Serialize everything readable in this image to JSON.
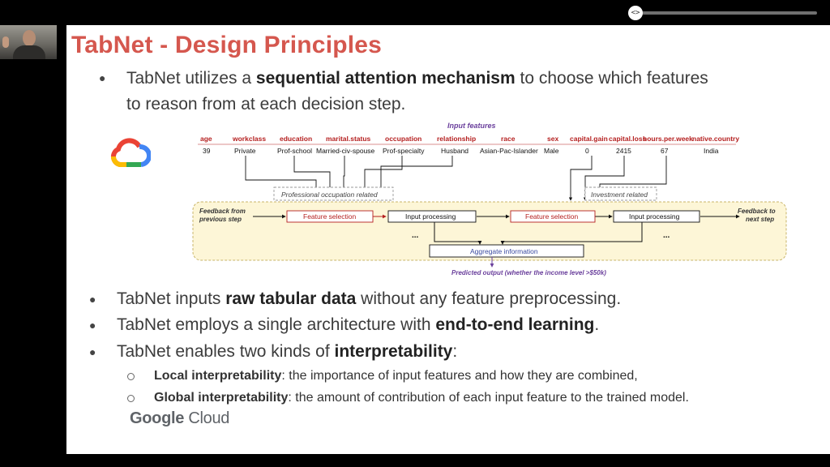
{
  "slide": {
    "title": "TabNet - Design Principles",
    "bullet1": {
      "pre": "TabNet utilizes a ",
      "bold": "sequential attention mechanism",
      "post": " to choose which features"
    },
    "bullet1_line2": "to reason from at each decision step.",
    "bullet2": {
      "pre": "TabNet inputs ",
      "bold": "raw tabular data",
      "post": " without any feature preprocessing."
    },
    "bullet3": {
      "pre": "TabNet employs a single architecture with ",
      "bold": "end-to-end learning",
      "post": "."
    },
    "bullet4": {
      "pre": "TabNet enables two kinds of ",
      "bold": "interpretability",
      "post": ":"
    },
    "sub1": {
      "bold": "Local interpretability",
      "post": ": the importance of input features and how they are combined,"
    },
    "sub2": {
      "bold": "Global interpretability",
      "post": ": the amount of contribution of each input feature to the trained model."
    },
    "footer_logo": {
      "google": "Google",
      "cloud": "Cloud"
    }
  },
  "diagram": {
    "input_features_label": "Input features",
    "headers": [
      "age",
      "workclass",
      "education",
      "marital.status",
      "occupation",
      "relationship",
      "race",
      "sex",
      "capital.gain",
      "capital.loss",
      "hours.per.week",
      "native.country"
    ],
    "values": [
      "39",
      "Private",
      "Prof-school",
      "Married-civ-spouse",
      "Prof-specialty",
      "Husband",
      "Asian-Pac-Islander",
      "Male",
      "0",
      "2415",
      "67",
      "India"
    ],
    "group1_label": "Professional occupation related",
    "group2_label": "Investment related",
    "feedback_in": [
      "Feedback from",
      "previous step"
    ],
    "feedback_out": [
      "Feedback to",
      "next step"
    ],
    "feature_selection": "Feature selection",
    "input_processing": "Input processing",
    "ellipsis": "...",
    "aggregate": "Aggregate information",
    "predicted_output": "Predicted output (whether the income level >$50k)"
  },
  "colors": {
    "title": "#d5574e",
    "header_red": "#b52020",
    "purple": "#6a3f9c",
    "panel_fill": "#fdf6d7",
    "panel_border": "#c8b46a"
  },
  "icons": {
    "cloud_logo": "google-cloud-icon",
    "player_knob": "code-icon"
  }
}
